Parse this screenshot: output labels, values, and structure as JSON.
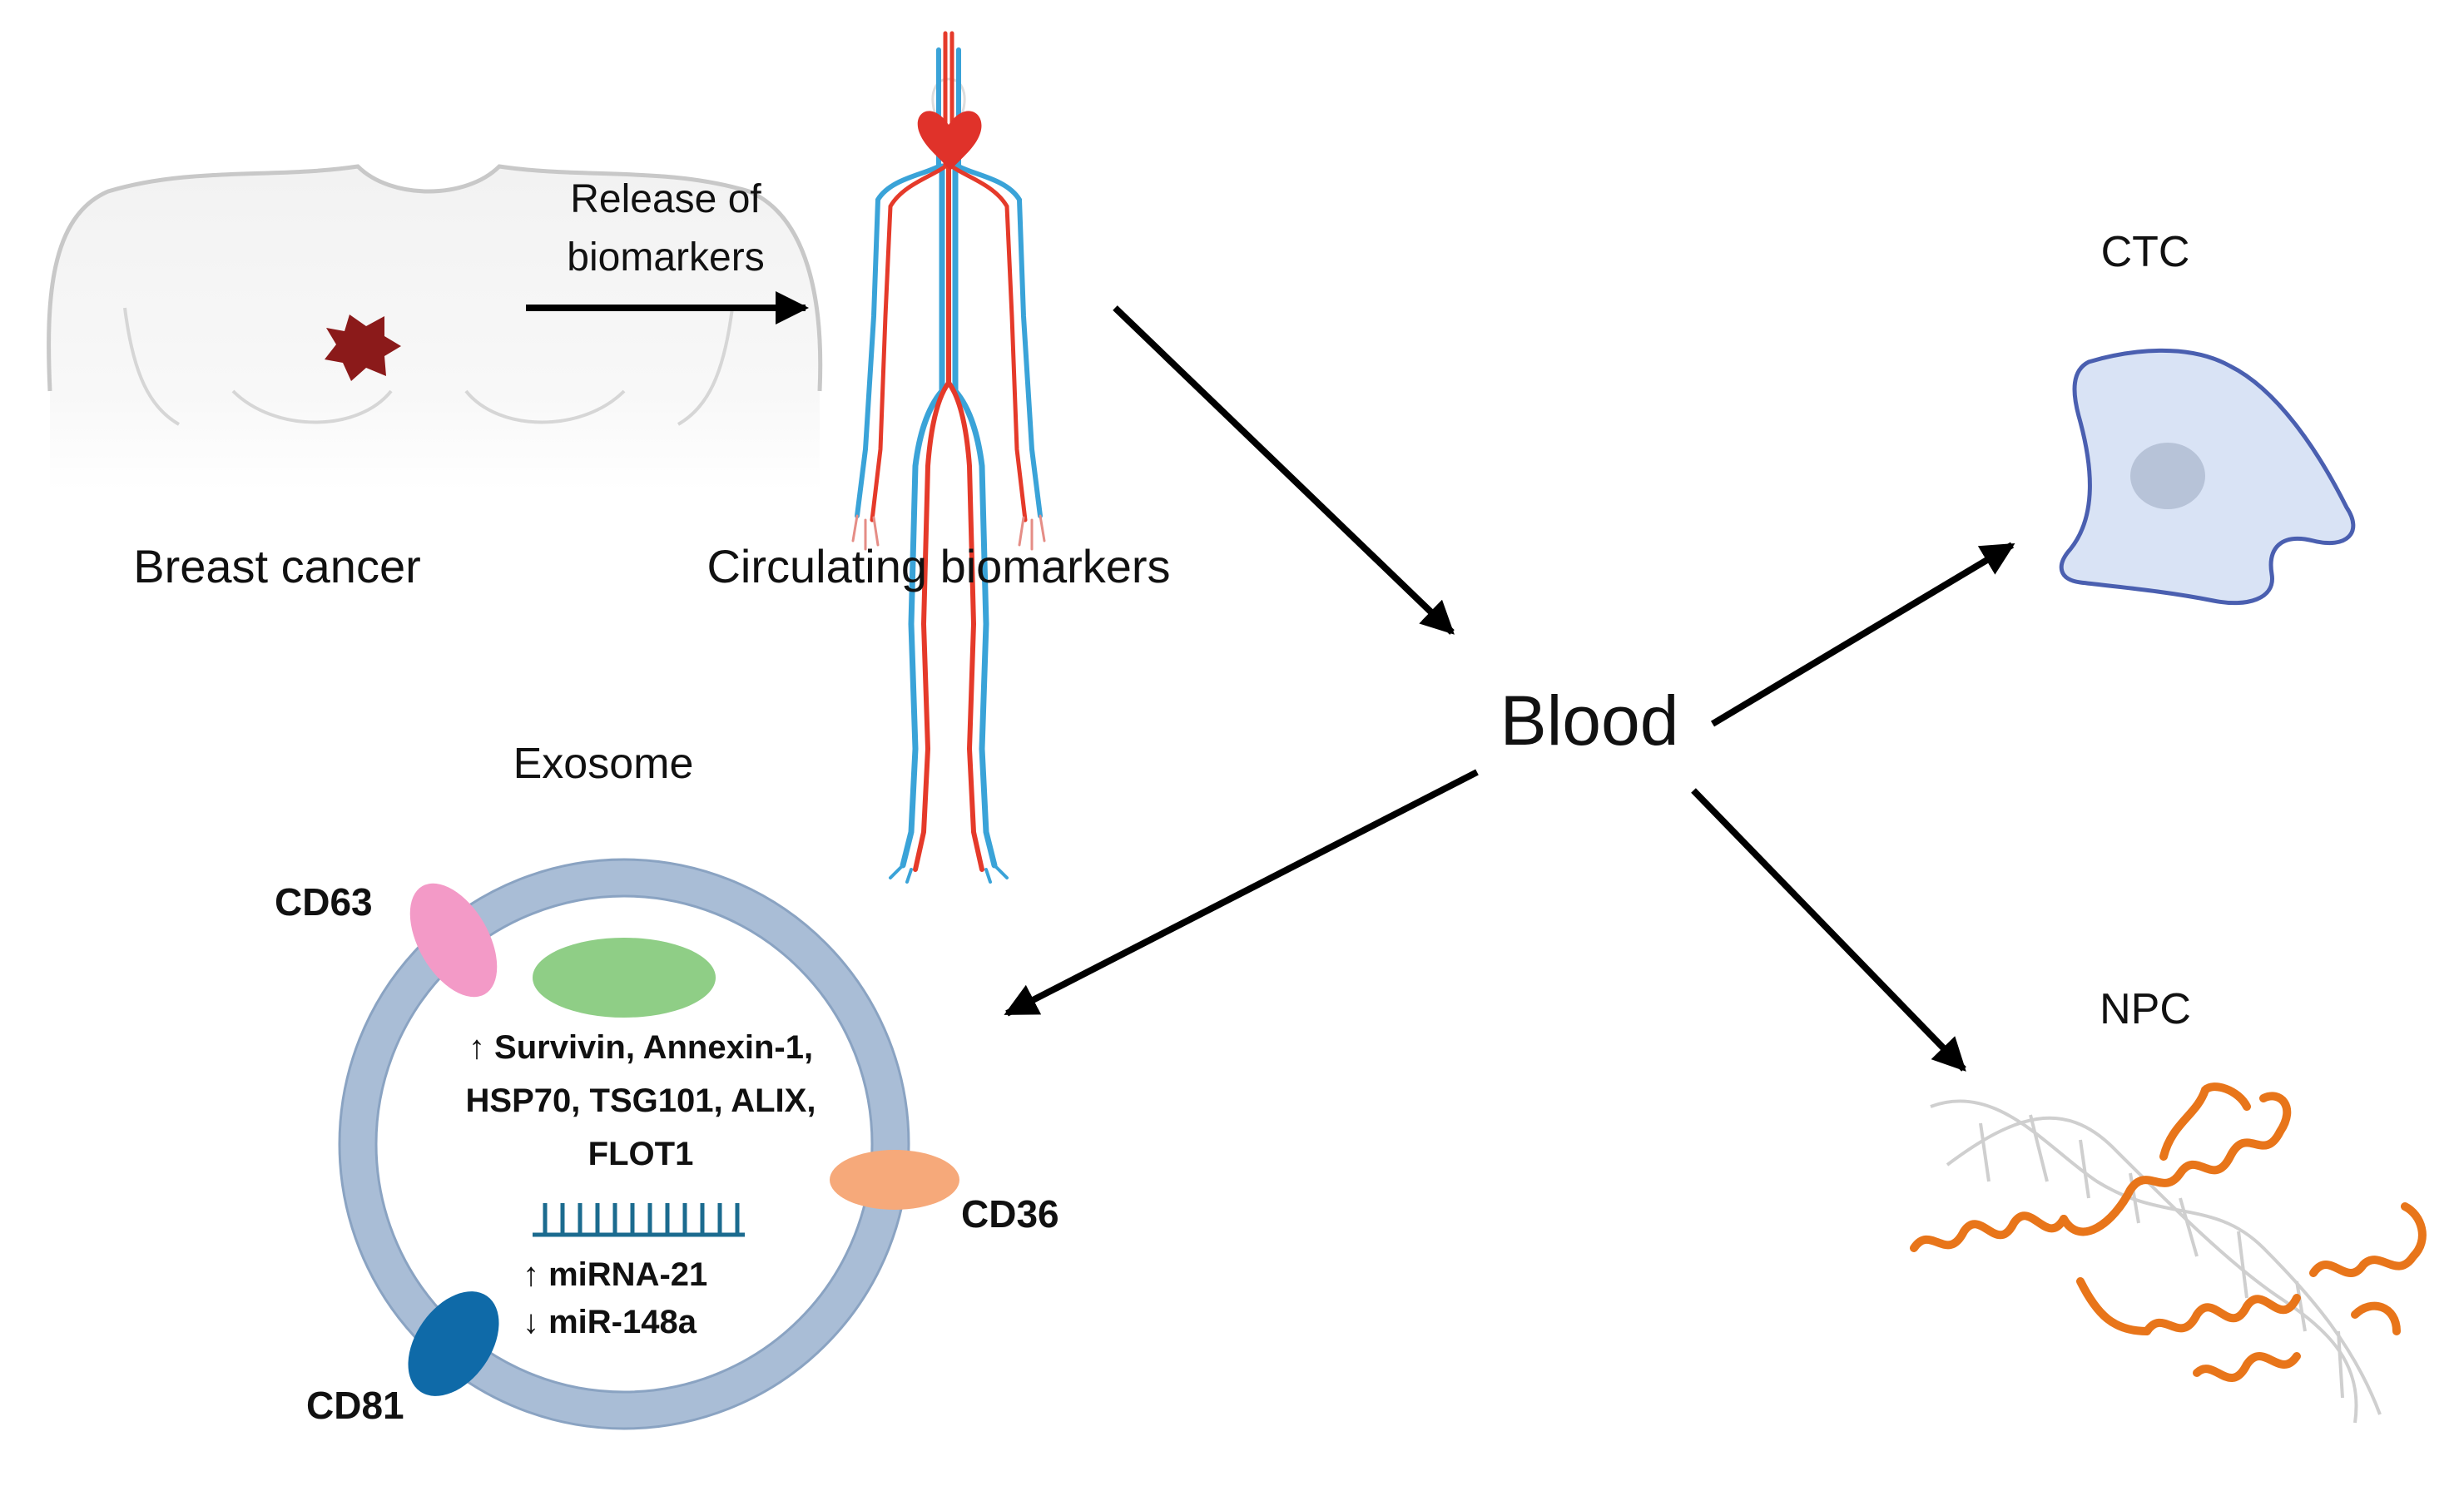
{
  "labels": {
    "breast_cancer": "Breast cancer",
    "release_line1": "Release of",
    "release_line2": "biomarkers",
    "circulating": "Circulating biomarkers",
    "blood": "Blood",
    "ctc": "CTC",
    "npc": "NPC",
    "exosome": "Exosome"
  },
  "exosome": {
    "markers": {
      "cd63": "CD63",
      "cd36": "CD36",
      "cd81": "CD81"
    },
    "proteins_line1": "↑ Survivin, Annexin-1,",
    "proteins_line2": "HSP70, TSG101, ALIX,",
    "proteins_line3": "FLOT1",
    "mirna_up": "↑ miRNA-21",
    "mirna_down": "↓ miR-148a"
  },
  "colors": {
    "tumor": "#8b1a1a",
    "artery": "#e53a2a",
    "vein": "#3aa3d8",
    "ctc_fill": "#d9e3f5",
    "ctc_stroke": "#4a5fb0",
    "membrane": "#a9bdd6",
    "cd63": "#f39ac7",
    "cd36": "#f6a97a",
    "cd81": "#0f6aa8",
    "cargo": "#8fce86",
    "mirna": "#1b6b8f",
    "protein": "#e8751a"
  }
}
